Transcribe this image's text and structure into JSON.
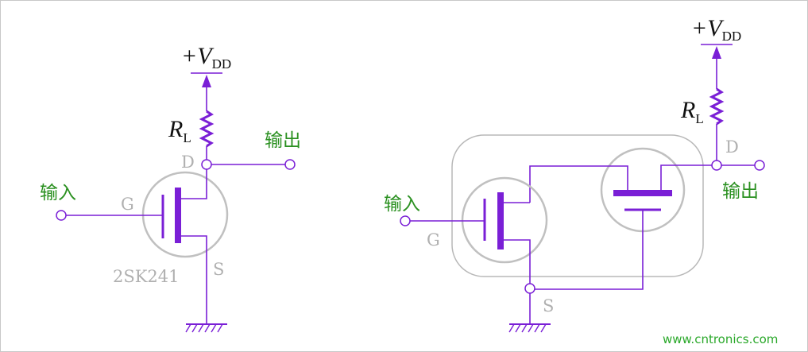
{
  "left_circuit": {
    "supply_prefix": "+V",
    "supply_sub": "DD",
    "resistor_main": "R",
    "resistor_sub": "L",
    "drain_label": "D",
    "gate_label": "G",
    "source_label": "S",
    "part_number": "2SK241",
    "input_label": "输入",
    "output_label": "输出"
  },
  "right_circuit": {
    "supply_prefix": "+V",
    "supply_sub": "DD",
    "resistor_main": "R",
    "resistor_sub": "L",
    "drain_label": "D",
    "gate_label": "G",
    "source_label": "S",
    "input_label": "输入",
    "output_label": "输出"
  },
  "watermark": "www.cntronics.com",
  "colors": {
    "wire": "#7a1fd6",
    "label_green": "#2a9020",
    "label_gray": "#b0b0b0"
  }
}
